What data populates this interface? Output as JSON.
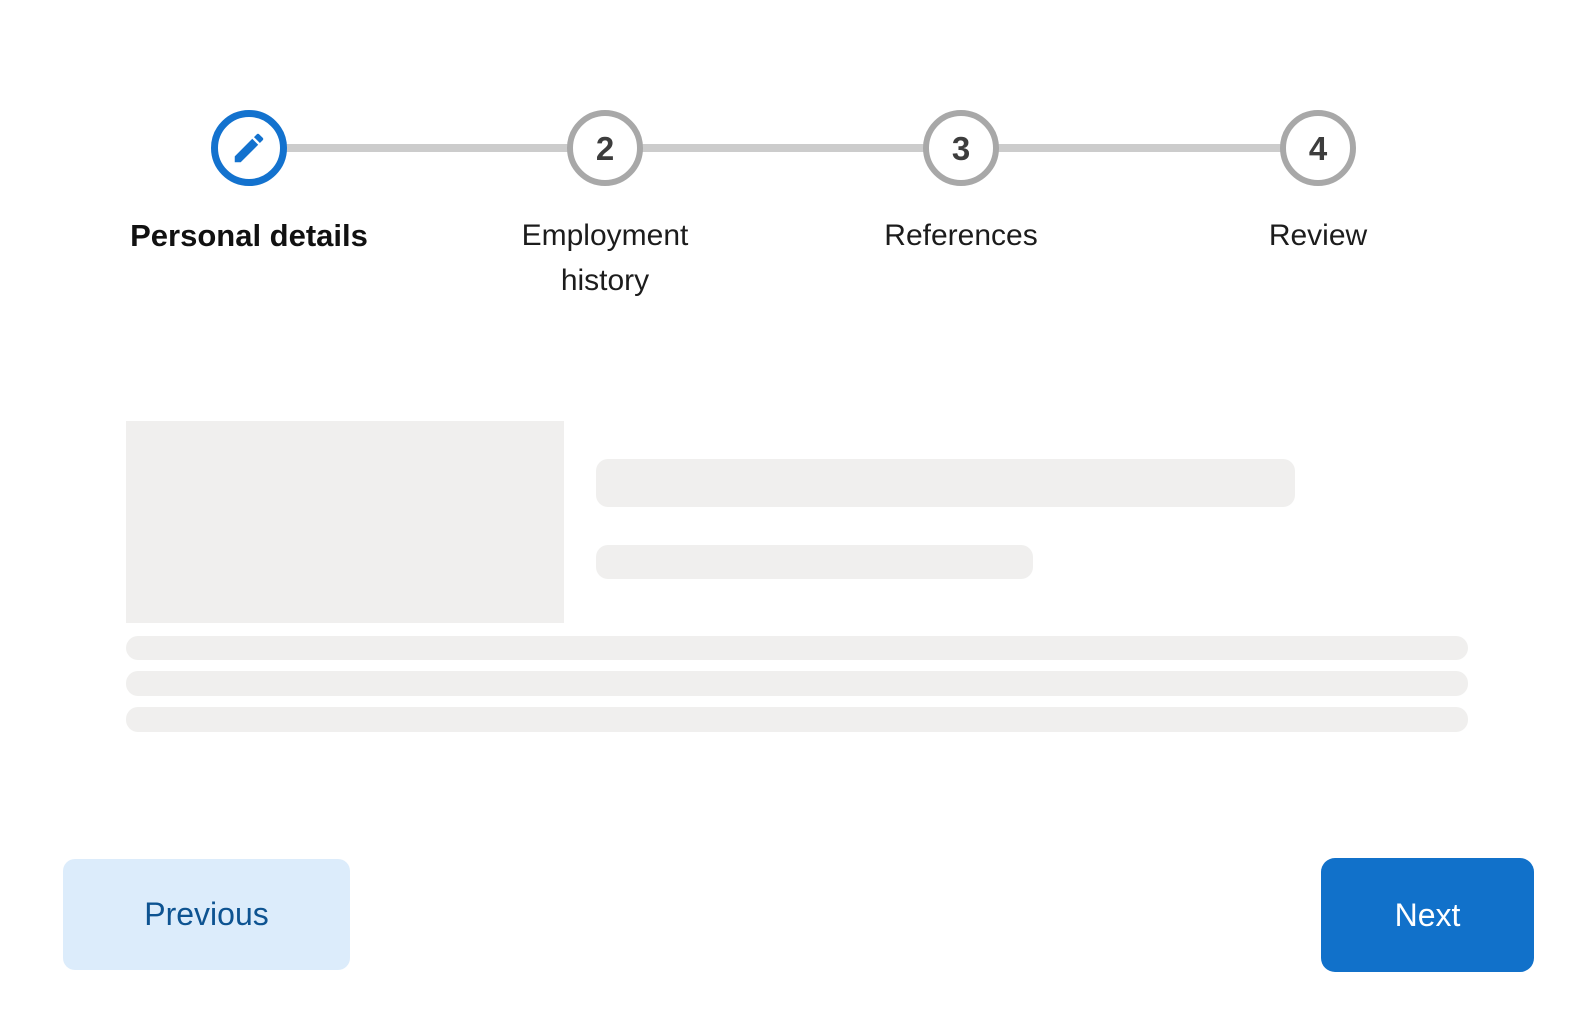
{
  "stepper": {
    "steps": [
      {
        "label": "Personal details",
        "state": "active",
        "icon": "pencil-icon"
      },
      {
        "label": "Employment history",
        "number": "2",
        "state": "upcoming"
      },
      {
        "label": "References",
        "number": "3",
        "state": "upcoming"
      },
      {
        "label": "Review",
        "number": "4",
        "state": "upcoming"
      }
    ]
  },
  "buttons": {
    "previous_label": "Previous",
    "next_label": "Next"
  },
  "colors": {
    "accent_blue": "#1372ce",
    "next_button_bg": "#1171ca",
    "previous_button_bg": "#dcecfb",
    "previous_button_text": "#0d5391",
    "inactive_ring": "#a8a8a8",
    "step_number": "#3d3d3d",
    "connector": "#cccccc",
    "skeleton_fill": "#f0efee"
  }
}
